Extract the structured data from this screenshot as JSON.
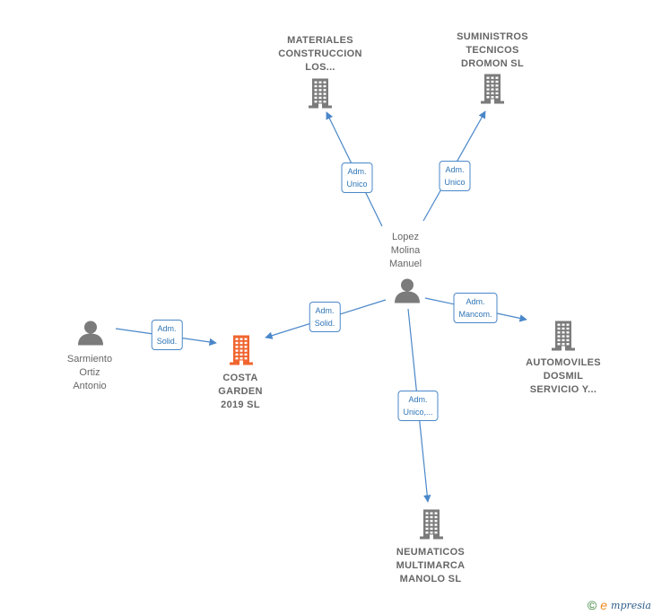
{
  "colors": {
    "edge": "#4a87c9",
    "person": "#7b7b7b",
    "company": "#7b7b7b",
    "focus_company": "#f0652f"
  },
  "nodes": [
    {
      "id": "materiales",
      "type": "company",
      "label": "MATERIALES\nCONSTRUCCION\nLOS..."
    },
    {
      "id": "suministros",
      "type": "company",
      "label": "SUMINISTROS\nTECNICOS\nDROMON  SL"
    },
    {
      "id": "lopez",
      "type": "person",
      "label": "Lopez\nMolina\nManuel"
    },
    {
      "id": "sarmiento",
      "type": "person",
      "label": "Sarmiento\nOrtiz\nAntonio"
    },
    {
      "id": "costa",
      "type": "focus_company",
      "label": "COSTA\nGARDEN\n2019  SL"
    },
    {
      "id": "automoviles",
      "type": "company",
      "label": "AUTOMOVILES\nDOSMIL\nSERVICIO Y..."
    },
    {
      "id": "neumaticos",
      "type": "company",
      "label": "NEUMATICOS\nMULTIMARCA\nMANOLO SL"
    }
  ],
  "edges": [
    {
      "from": "lopez",
      "to": "materiales",
      "label": "Adm.\nUnico"
    },
    {
      "from": "lopez",
      "to": "suministros",
      "label": "Adm.\nUnico"
    },
    {
      "from": "lopez",
      "to": "costa",
      "label": "Adm.\nSolid."
    },
    {
      "from": "lopez",
      "to": "automoviles",
      "label": "Adm.\nMancom."
    },
    {
      "from": "lopez",
      "to": "neumaticos",
      "label": "Adm.\nUnico,..."
    },
    {
      "from": "sarmiento",
      "to": "costa",
      "label": "Adm.\nSolid."
    }
  ],
  "footer": {
    "copyright": "©",
    "brand_first": "e",
    "brand_rest": "mpresia"
  }
}
